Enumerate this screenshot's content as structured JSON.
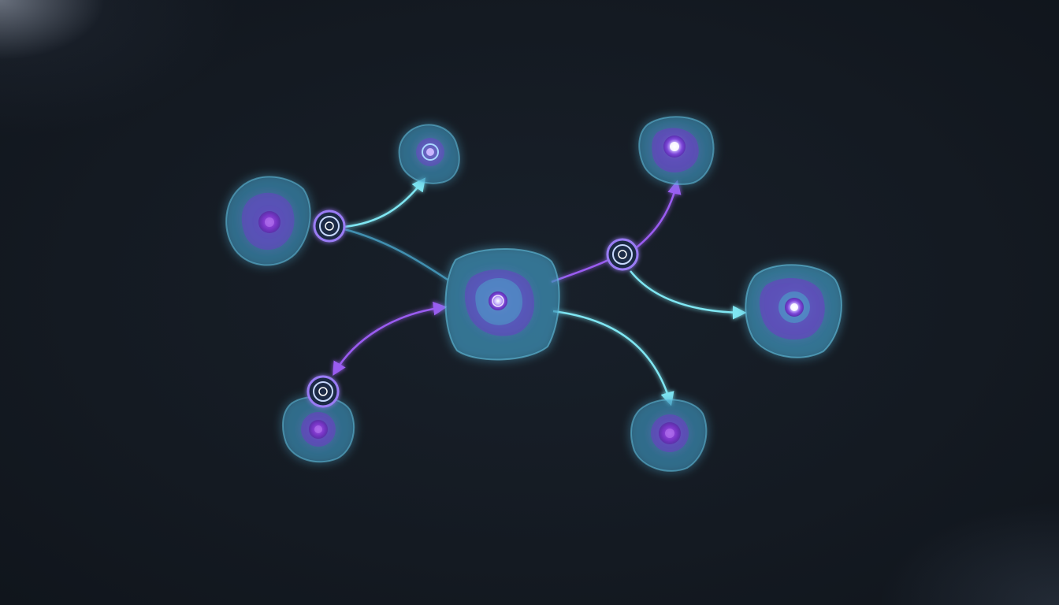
{
  "diagram": {
    "background": "#151b23",
    "colors": {
      "cyan": "#7fe6f2",
      "violet": "#9a5cf0",
      "membrane": "#4aa3c8",
      "core": "#8a3fd6",
      "bright_core": "#e8f0ff"
    },
    "nodes": [
      {
        "id": "top-left-cell",
        "shape": "flower",
        "core": "purple"
      },
      {
        "id": "top-small-cell",
        "shape": "flower",
        "core": "ringed"
      },
      {
        "id": "center-cell",
        "shape": "square-blob",
        "core": "bright"
      },
      {
        "id": "top-right-cell",
        "shape": "flower",
        "core": "bright"
      },
      {
        "id": "right-cell",
        "shape": "flower",
        "core": "bright"
      },
      {
        "id": "bottom-right-cell",
        "shape": "flower",
        "core": "purple"
      },
      {
        "id": "bottom-left-cell",
        "shape": "flower",
        "core": "purple"
      }
    ],
    "junctions": [
      {
        "id": "junction-left"
      },
      {
        "id": "junction-right"
      },
      {
        "id": "junction-bottom-left"
      }
    ],
    "edges": [
      {
        "from": "junction-left",
        "to": "top-small-cell",
        "color": "cyan",
        "arrow": true
      },
      {
        "from": "junction-left",
        "to": "center-cell",
        "color": "membrane",
        "arrow": false
      },
      {
        "from": "center-cell",
        "to": "junction-right",
        "color": "violet",
        "arrow": false
      },
      {
        "from": "junction-right",
        "to": "top-right-cell",
        "color": "violet",
        "arrow": true
      },
      {
        "from": "junction-right",
        "to": "right-cell",
        "color": "cyan",
        "arrow": true
      },
      {
        "from": "center-cell",
        "to": "bottom-right-cell",
        "color": "cyan",
        "arrow": true
      },
      {
        "from": "junction-bottom-left",
        "to": "center-cell",
        "color": "violet",
        "arrow": "both"
      }
    ]
  }
}
